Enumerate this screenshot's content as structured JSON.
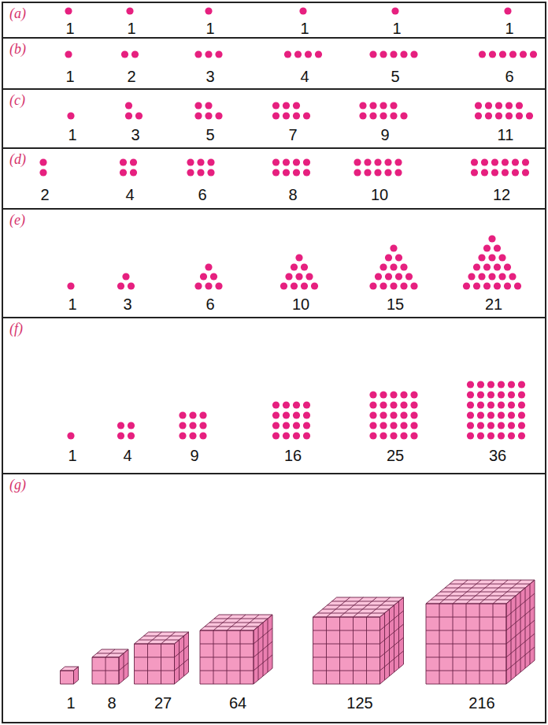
{
  "diagram": {
    "nodes": [
      {
        "text": [
          "(a)",
          "1",
          "1",
          "1",
          "1",
          "1",
          "1"
        ]
      },
      {
        "text": [
          "(b)",
          "1",
          "2",
          "3",
          "4",
          "5",
          "6"
        ]
      },
      {
        "text": [
          "(c)",
          "1",
          "3",
          "5",
          "7",
          "9",
          "11"
        ]
      },
      {
        "text": [
          "(d)",
          "2",
          "4",
          "6",
          "8",
          "10",
          "12"
        ]
      },
      {
        "text": [
          "(e)",
          "1",
          "3",
          "6",
          "10",
          "15",
          "21"
        ]
      },
      {
        "text": [
          "(f)",
          "1",
          "4",
          "9",
          "16",
          "25",
          "36"
        ]
      },
      {
        "text": [
          "(g)",
          "1",
          "8",
          "27",
          "64",
          "125",
          "216"
        ]
      }
    ]
  }
}
